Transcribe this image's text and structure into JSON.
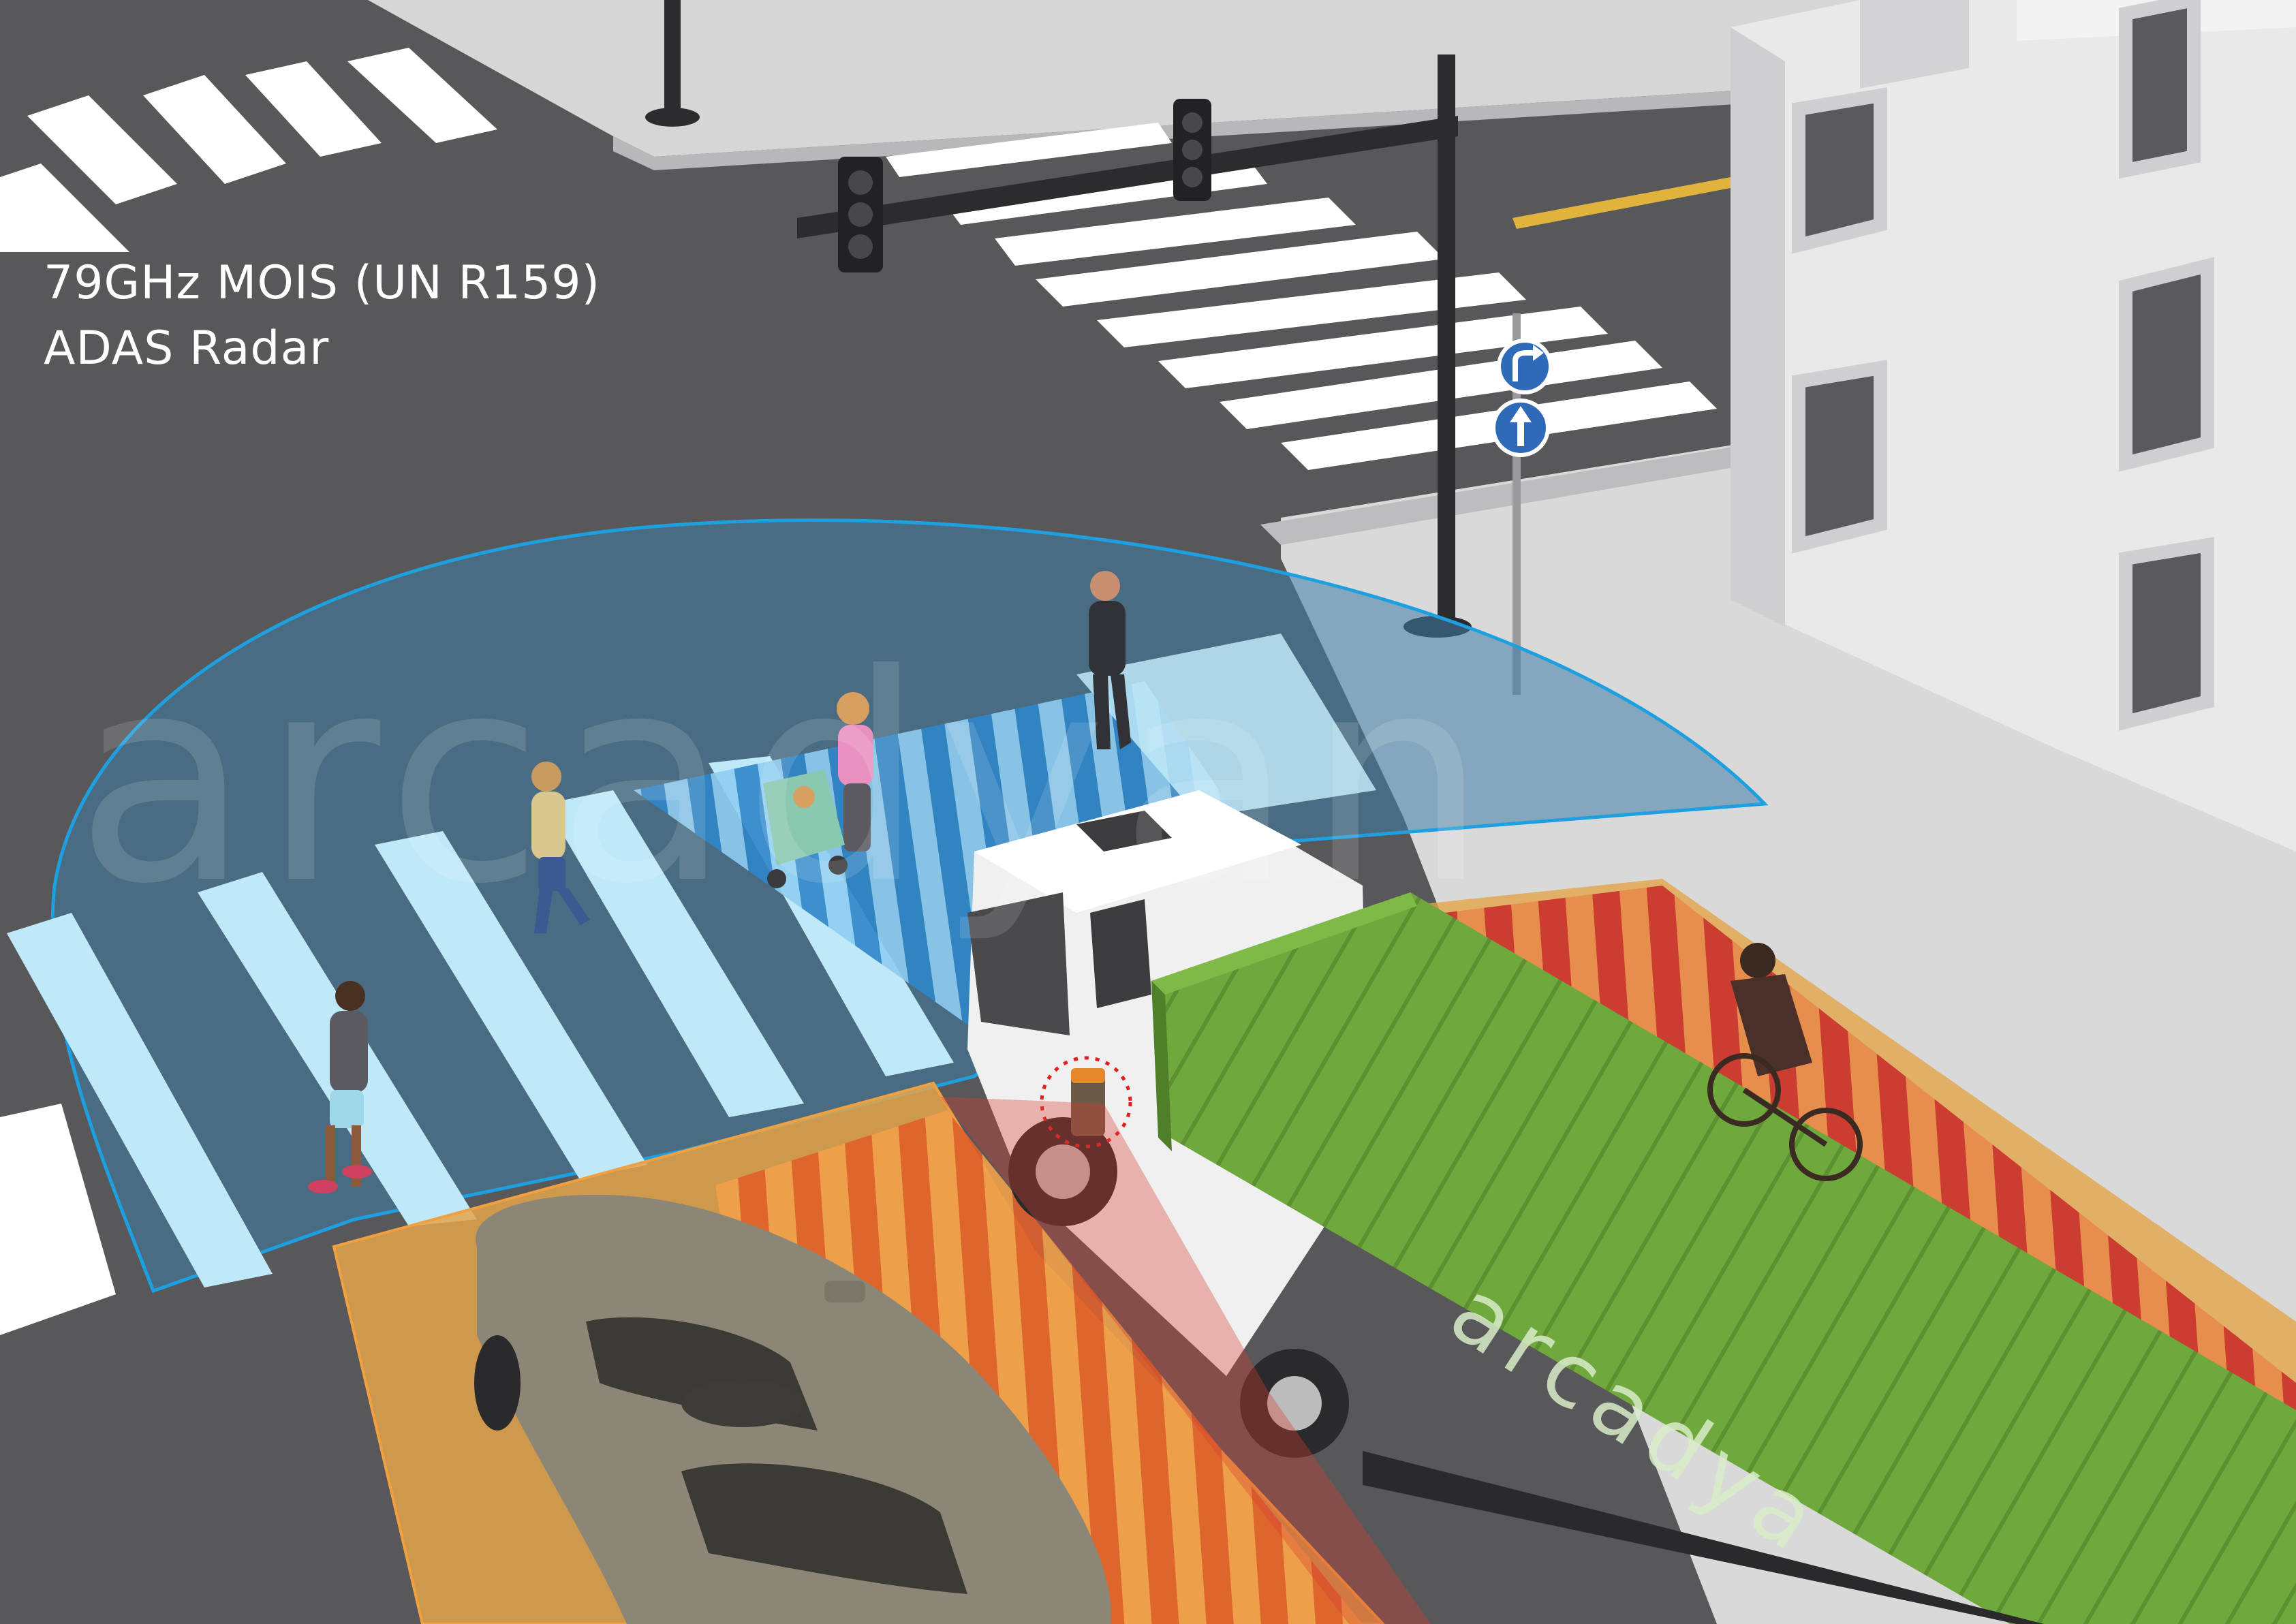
{
  "caption": {
    "line1": "79GHz MOIS (UN R159)",
    "line2": "ADAS Radar"
  },
  "watermark": "arcadyan",
  "container_brand": "arcadya",
  "colors": {
    "road": "#58585a",
    "sidewalk": "#d9d9da",
    "building": "#ececec",
    "crosswalk": "#ffffff",
    "front_zone": "#bfe9f8",
    "front_zone_stripe": "#2f86c8",
    "front_zone_edge": "#1ea0e0",
    "side_zone": "#e3a44a",
    "side_zone_stripe": "#e05a2a",
    "side_zone_right": "#c8302a",
    "cab": "#f2f2f2",
    "container": "#6fa83c",
    "car": "#8c8676",
    "road_line": "#e0b43c"
  }
}
